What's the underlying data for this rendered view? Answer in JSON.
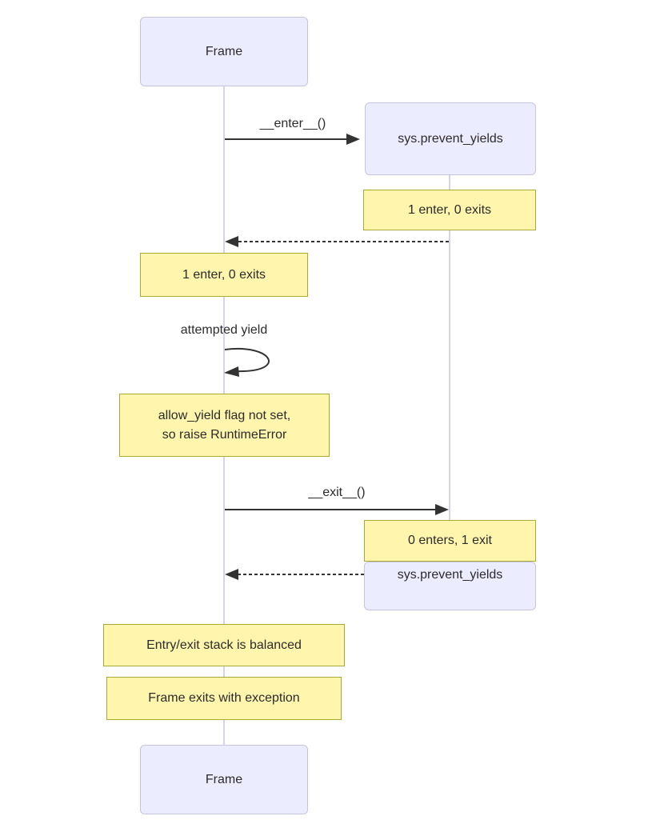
{
  "diagram": {
    "type": "sequence-diagram",
    "actors": {
      "frame_top": "Frame",
      "frame_bottom": "Frame",
      "sys": "sys.prevent_yields",
      "sys_end": "sys.prevent_yields"
    },
    "messages": {
      "enter": "__enter__()",
      "self_loop": "attempted yield",
      "exit": "__exit__()"
    },
    "notes": {
      "sys_enter": "1 enter, 0 exits",
      "frame_enter": "1 enter, 0 exits",
      "raise_line1": "allow_yield flag not set,",
      "raise_line2": "so raise RuntimeError",
      "sys_exit": "0 enters, 1 exit",
      "balanced": "Entry/exit stack is balanced",
      "frame_exit": "Frame exits with exception"
    },
    "colors": {
      "actor_fill": "#ECECFF",
      "actor_border": "#c7c2e0",
      "note_fill": "#fff5ad",
      "note_border": "#aaaa33",
      "lifeline": "#d7d2ee",
      "arrow": "#333333",
      "text": "#2b2b2b",
      "background": "#ffffff"
    }
  }
}
